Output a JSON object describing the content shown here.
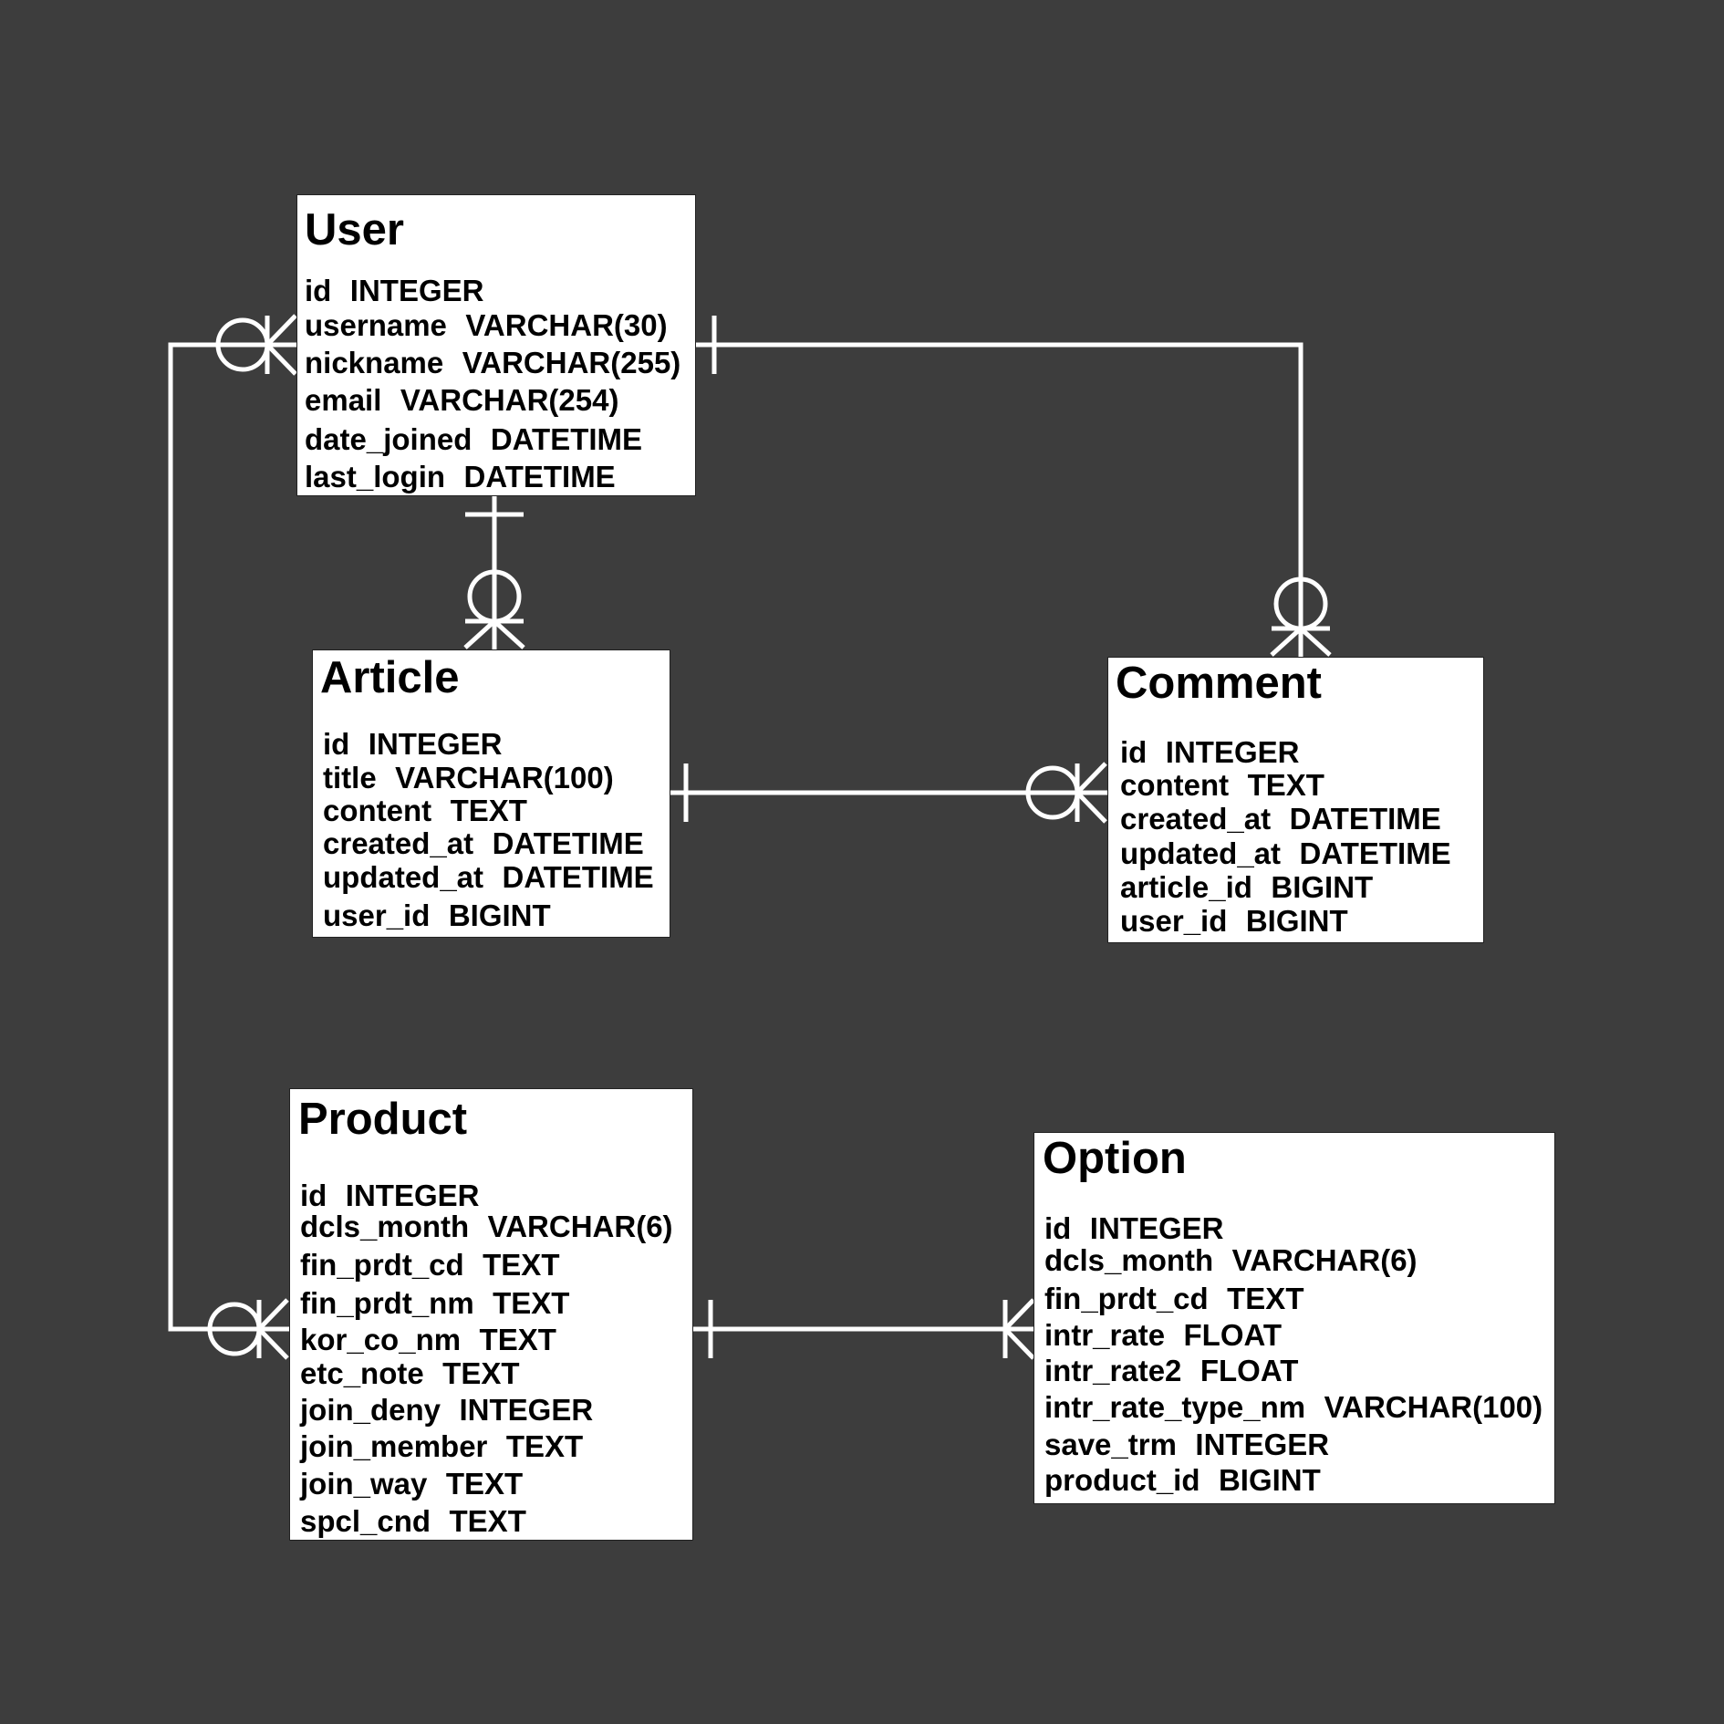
{
  "diagram": {
    "type": "entity-relationship",
    "colors": {
      "background": "#3d3d3d",
      "entity_fill": "#ffffff",
      "connector": "#ffffff",
      "text": "#000000"
    }
  },
  "entities": {
    "user": {
      "name": "User",
      "fields": [
        {
          "name": "id",
          "type": "INTEGER"
        },
        {
          "name": "username",
          "type": "VARCHAR(30)"
        },
        {
          "name": "nickname",
          "type": "VARCHAR(255)"
        },
        {
          "name": "email",
          "type": "VARCHAR(254)"
        },
        {
          "name": "date_joined",
          "type": "DATETIME"
        },
        {
          "name": "last_login",
          "type": "DATETIME"
        }
      ]
    },
    "article": {
      "name": "Article",
      "fields": [
        {
          "name": "id",
          "type": "INTEGER"
        },
        {
          "name": "title",
          "type": "VARCHAR(100)"
        },
        {
          "name": "content",
          "type": "TEXT"
        },
        {
          "name": "created_at",
          "type": "DATETIME"
        },
        {
          "name": "updated_at",
          "type": "DATETIME"
        },
        {
          "name": "user_id",
          "type": "BIGINT"
        }
      ]
    },
    "comment": {
      "name": "Comment",
      "fields": [
        {
          "name": "id",
          "type": "INTEGER"
        },
        {
          "name": "content",
          "type": "TEXT"
        },
        {
          "name": "created_at",
          "type": "DATETIME"
        },
        {
          "name": "updated_at",
          "type": "DATETIME"
        },
        {
          "name": "article_id",
          "type": "BIGINT"
        },
        {
          "name": "user_id",
          "type": "BIGINT"
        }
      ]
    },
    "product": {
      "name": "Product",
      "fields": [
        {
          "name": "id",
          "type": "INTEGER"
        },
        {
          "name": "dcls_month",
          "type": "VARCHAR(6)"
        },
        {
          "name": "fin_prdt_cd",
          "type": "TEXT"
        },
        {
          "name": "fin_prdt_nm",
          "type": "TEXT"
        },
        {
          "name": "kor_co_nm",
          "type": "TEXT"
        },
        {
          "name": "etc_note",
          "type": "TEXT"
        },
        {
          "name": "join_deny",
          "type": "INTEGER"
        },
        {
          "name": "join_member",
          "type": "TEXT"
        },
        {
          "name": "join_way",
          "type": "TEXT"
        },
        {
          "name": "spcl_cnd",
          "type": "TEXT"
        }
      ]
    },
    "option": {
      "name": "Option",
      "fields": [
        {
          "name": "id",
          "type": "INTEGER"
        },
        {
          "name": "dcls_month",
          "type": "VARCHAR(6)"
        },
        {
          "name": "fin_prdt_cd",
          "type": "TEXT"
        },
        {
          "name": "intr_rate",
          "type": "FLOAT"
        },
        {
          "name": "intr_rate2",
          "type": "FLOAT"
        },
        {
          "name": "intr_rate_type_nm",
          "type": "VARCHAR(100)"
        },
        {
          "name": "save_trm",
          "type": "INTEGER"
        },
        {
          "name": "product_id",
          "type": "BIGINT"
        }
      ]
    }
  },
  "relationships": [
    {
      "from": "User",
      "from_cardinality": "one",
      "to": "Article",
      "to_cardinality": "zero-or-many"
    },
    {
      "from": "User",
      "from_cardinality": "one",
      "to": "Comment",
      "to_cardinality": "zero-or-many"
    },
    {
      "from": "Article",
      "from_cardinality": "one",
      "to": "Comment",
      "to_cardinality": "zero-or-many"
    },
    {
      "from": "User",
      "from_cardinality": "zero-or-many",
      "to": "Product",
      "to_cardinality": "zero-or-many"
    },
    {
      "from": "Product",
      "from_cardinality": "one",
      "to": "Option",
      "to_cardinality": "one-or-many"
    }
  ]
}
